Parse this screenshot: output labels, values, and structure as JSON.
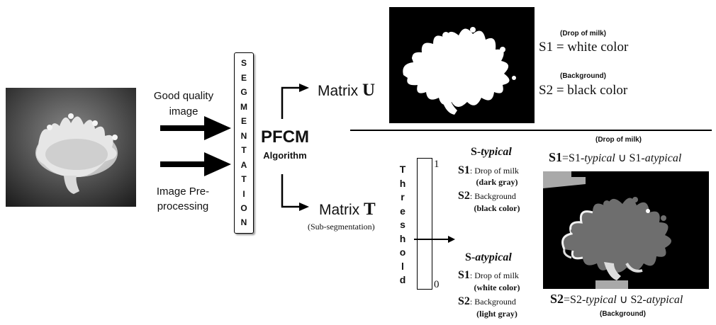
{
  "input": {
    "quality_label": "Good quality image",
    "preprocess_label": "Image Pre-processing"
  },
  "segmentation": {
    "letters": [
      "S",
      "E",
      "G",
      "M",
      "E",
      "N",
      "T",
      "A",
      "T",
      "I",
      "O",
      "N"
    ]
  },
  "algorithm": {
    "name": "PFCM",
    "subtitle": "Algorithm"
  },
  "matrix_u": {
    "prefix": "Matrix",
    "symbol": "U",
    "s1_note": "(Drop of milk)",
    "s1_eq": "S1 = white color",
    "s2_note": "(Background)",
    "s2_eq": "S2 = black color"
  },
  "matrix_t": {
    "prefix": "Matrix",
    "symbol": "T",
    "note": "(Sub-segmentation)"
  },
  "threshold": {
    "letters": [
      "T",
      "h",
      "r",
      "e",
      "s",
      "h",
      "o",
      "l",
      "d"
    ],
    "top_value": "1",
    "bottom_value": "0"
  },
  "typical": {
    "title_s": "S-",
    "title_word": "typical",
    "s1_label": "S1",
    "s1_desc": ": Drop of milk",
    "s1_color": "(dark gray)",
    "s2_label": "S2",
    "s2_desc": ": Background",
    "s2_color": "(black color)"
  },
  "atypical": {
    "title_s": "S-",
    "title_word": "atypical",
    "s1_label": "S1",
    "s1_desc": ": Drop of milk",
    "s1_color": "(white color)",
    "s2_label": "S2",
    "s2_desc": ": Background",
    "s2_color": "(light gray)"
  },
  "union": {
    "top_note": "(Drop of milk)",
    "top_lhs": "S1",
    "top_rhs_a": "=S1-",
    "top_rhs_b": "typical",
    "top_rhs_c": " ∪ S1-",
    "top_rhs_d": "atypical",
    "bottom_lhs": "S2",
    "bottom_rhs_a": "=S2-",
    "bottom_rhs_b": "typical",
    "bottom_rhs_c": " ∪ S2-",
    "bottom_rhs_d": "atypical",
    "bottom_note": "(Background)"
  }
}
